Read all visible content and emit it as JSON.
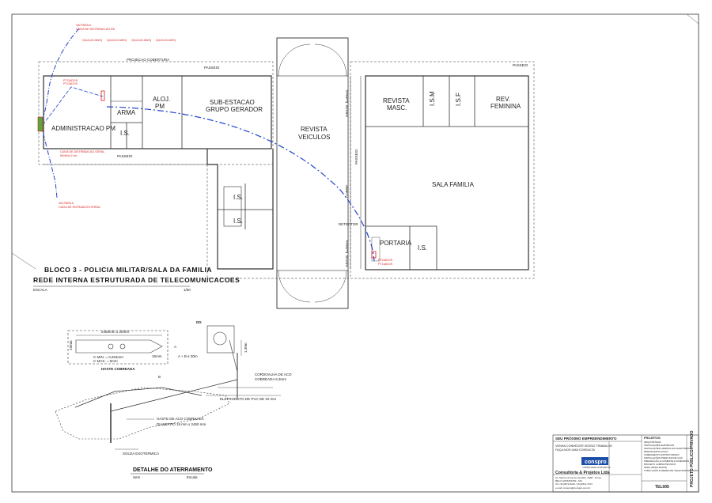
{
  "plan": {
    "rooms": {
      "passeio_top_left": "PASSEIO",
      "projecao_cobertura": "PROJECAO COBERTURA",
      "passeio_top_right": "PASSEIO",
      "administracao": "ADMINISTRACAO PM",
      "arma": "ARMA",
      "aloj_line1": "ALOJ.",
      "aloj_line2": "PM",
      "is_admin": "I.S.",
      "sub_estacao_line1": "SUB-ESTACAO",
      "sub_estacao_line2": "GRUPO GERADOR",
      "passeio_left_bottom": "PASSEIO",
      "revista_veiculos_line1": "REVISTA",
      "revista_veiculos_line2": "VEICULOS",
      "revista_masc_line1": "REVISTA",
      "revista_masc_line2": "MASC.",
      "ism": "I.S.M",
      "isf": "I.S.F",
      "rev_feminina_line1": "REV.",
      "rev_feminina_line2": "FEMININA",
      "sala_familia": "SALA FAMILIA",
      "is_wc1": "I.S.",
      "is_wc2": "I.S.",
      "portaria": "PORTARIA",
      "is_portaria": "I.S.",
      "detector": "DETECTOR",
      "passeio_corridor": "PASSEIO",
      "corre": "CORRE",
      "gradil_top": "GRADIL h=90cm",
      "gradil_bottom": "GRADIL h=90cm"
    },
    "telecom_labels": {
      "vai_para_line1": "VAI PARA A",
      "vai_para_line2": "CAIXA DE DISTRIBUICAO EB",
      "cable_1": "2(4x2x24 AWG)",
      "cable_2": "2(4x2x24 AWG)",
      "cable_3": "2(4x2x24 AWG)",
      "cable_4": "2(4x2x24 AWG)",
      "caixa_geral": "CAIXA DE DISTRIBUICAO GERAL",
      "caixa_size": "60x60x12 cm",
      "entrada_line1": "VAI PARA A",
      "entrada_line2": "CAIXA DE ENTRADA EXTERNA",
      "pt_admin_1": "PT.DADOS",
      "pt_admin_2": "PT.DADOS",
      "pt_portaria_1": "PT.DADOS",
      "pt_portaria_2": "PT.DADOS"
    },
    "title_line1": "BLOCO 3 - POLICIA MILITAR/SALA DA FAMILIA",
    "title_line2": "REDE INTERNA ESTRUTURADA DE TELECOMUNICACOES",
    "escala_label": "ESCALA",
    "escala_value": "1/50"
  },
  "detail": {
    "haste_length": "2450mm ± 20mm",
    "haste_diameter": "19mm",
    "c_min": "C MIN. = 0,254mm",
    "c_max": "C MAX. = 6mm",
    "tip": "15mm",
    "haste_title": "HASTE COBREADA",
    "dg": "DG",
    "spacing_rule": "A + B ≤ 30m",
    "height": "1,30m",
    "a_label": "A",
    "b_label": "B",
    "cordoalha_line1": "CORDOALHA DE ACO",
    "cordoalha_line2": "COBREADA 6,3mm",
    "eletroduto": "ELETRODUTO DE PVC DE 20 mm",
    "haste_aco_line1": "HASTE DE ACO COBREADA",
    "haste_aco_line2": "DIAMETRO 19 mm x 2450 mm",
    "solda": "SOLDA EXOTERMICA",
    "detail_title": "DETALHE DO ATERRAMENTO",
    "sem": "Sem",
    "escala": "Escala"
  },
  "title_block": {
    "project": "SEU PRÓXIMO EMPREENDIMENTO",
    "project_sub1": "VENHA CONHECER NOSSO TRABALHO",
    "project_sub2": "FAÇA-NOS UMA CONSULTA",
    "logo": "conspro",
    "logo_sub": "CONSULTORIA & PROJETOS",
    "company": "Consultoria & Projetos Ltda",
    "address_line1": "Av. Senhor Amoroso de Melo, 2648 - Torres",
    "address_line2": "BELO HORIZONTE - MG",
    "address_line3": "Tel: (31)3071-8115 / (31)2511-7107",
    "email": "e-mail: conspro@conspro.com.br",
    "projetos_header": "PROJETOS",
    "projetos": [
      "ARQUITETURA",
      "INSTALAÇÕES ELÉTRICAS",
      "INSTALAÇÕES HIDRÁULICO-SANITÁRIAS",
      "DRENAGEM PLUVIAL",
      "CABEAMENTO ESTRUTURADO",
      "INSTALAÇÕES PRED.IAIS DE GÁS",
      "PREVENÇÃO E COMBATE A INCÊNDIOS",
      "PROJETO LUMINOTÉCNICO",
      "SPDA (PARA-RAIOS)",
      "TUBULAÇÃO E REDES DE TELECOMUNICAÇÃO"
    ],
    "sheet_code": "TEL005",
    "vertical_text": "PROJETO PÚBLICO/PRIVADO"
  }
}
